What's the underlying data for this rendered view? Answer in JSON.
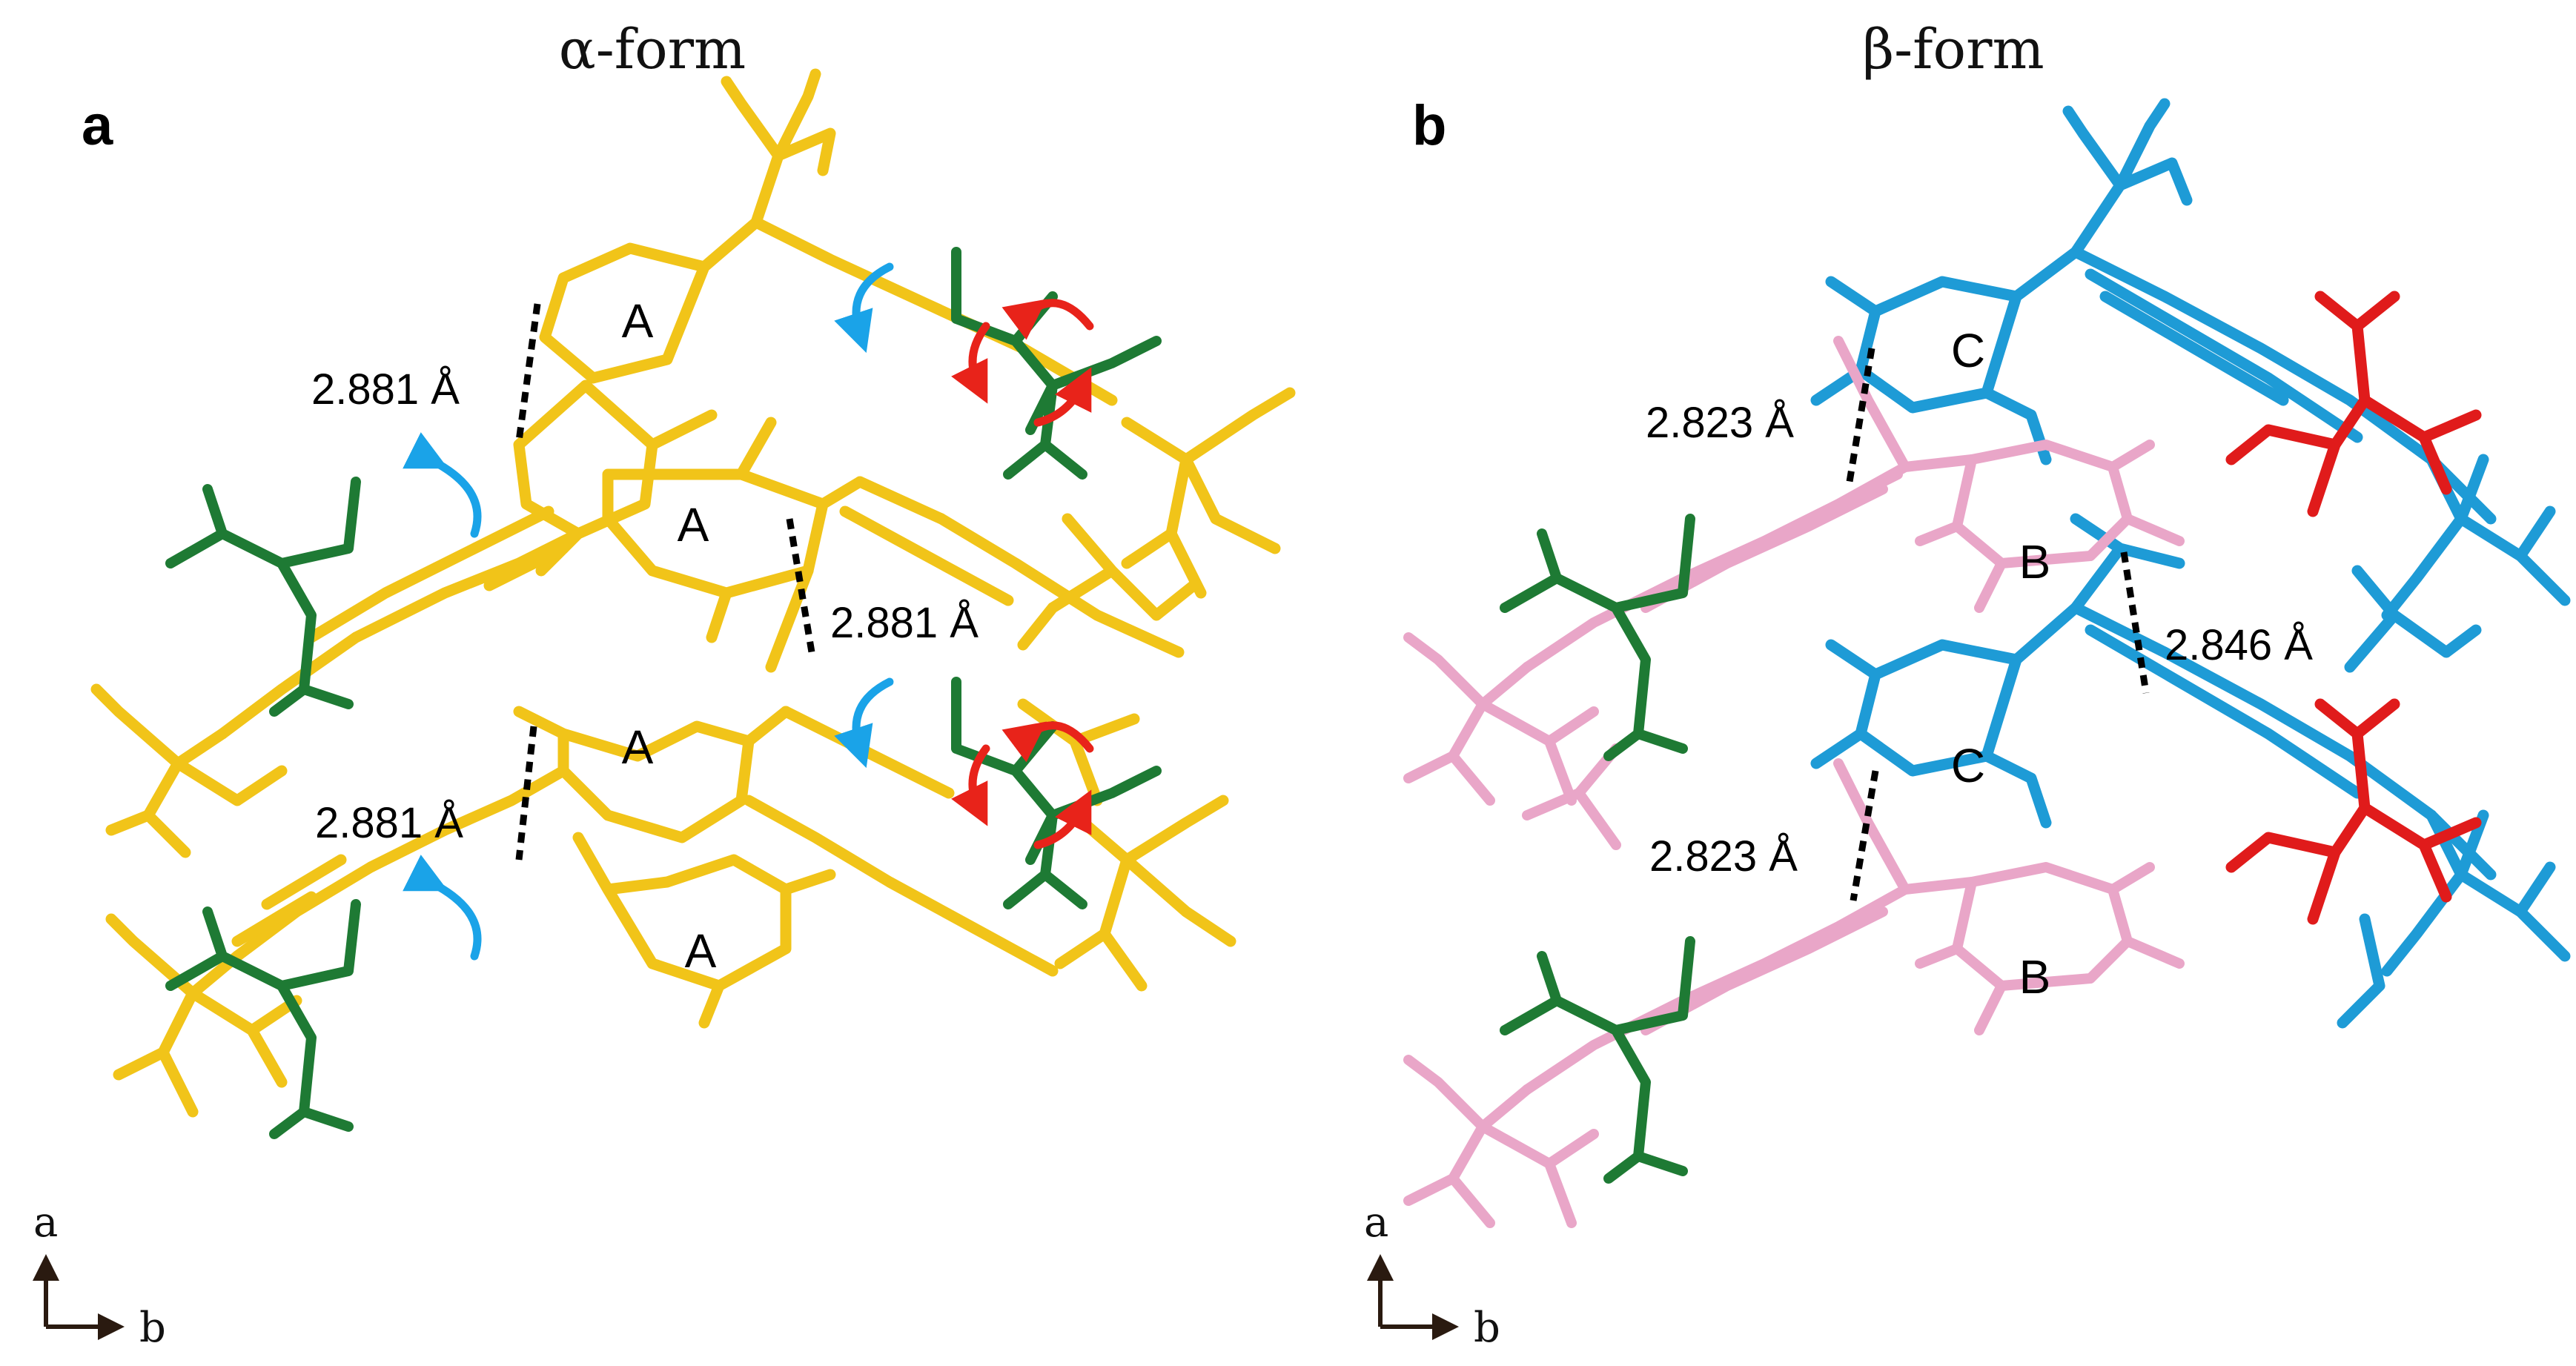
{
  "panels": [
    {
      "letter": "a",
      "title": "α-form",
      "ring_labels": [
        "A",
        "A",
        "A",
        "A"
      ],
      "distances": [
        "2.881 Å",
        "2.881 Å",
        "2.881 Å"
      ],
      "axes": {
        "vertical": "a",
        "horizontal": "b"
      },
      "colors": {
        "main": "#f1c419",
        "tBu": "#1e7a34",
        "rotation_blue": "#1aa3e8",
        "rotation_red": "#e8231a"
      }
    },
    {
      "letter": "b",
      "title": "β-form",
      "ring_labels": [
        "C",
        "B",
        "C",
        "B"
      ],
      "distances": [
        "2.823 Å",
        "2.846 Å",
        "2.823 Å"
      ],
      "axes": {
        "vertical": "a",
        "horizontal": "b"
      },
      "colors": {
        "pink": "#e9a6c8",
        "blue": "#1e9bd6",
        "tBu": "#1e7a34",
        "red": "#e01b1b"
      }
    }
  ]
}
